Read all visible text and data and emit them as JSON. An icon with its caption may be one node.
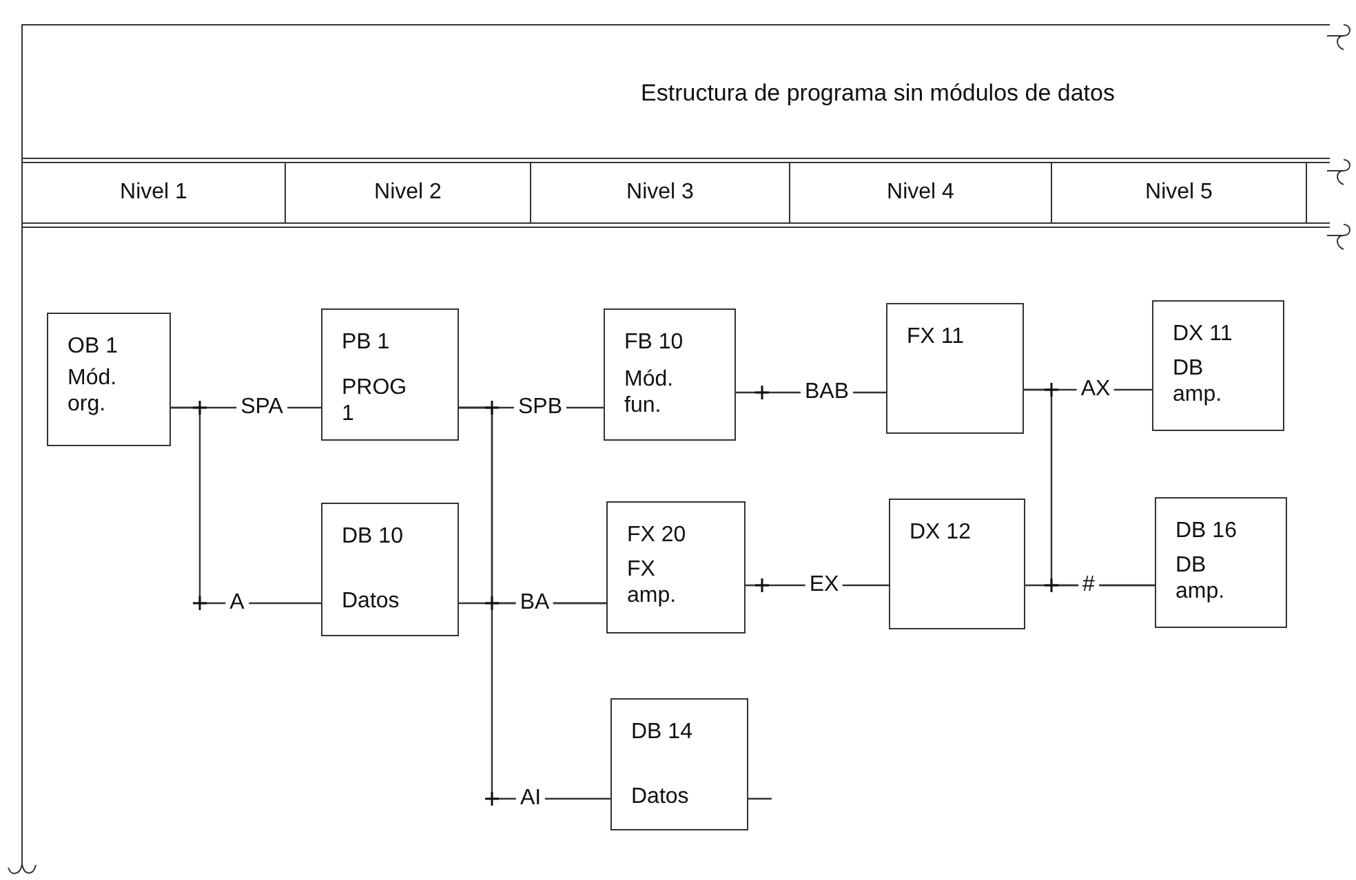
{
  "diagram": {
    "title": "Estructura de programa sin módulos de datos",
    "nodes": [
      {
        "text": [
          "OB 1",
          "Mód. org."
        ]
      },
      {
        "text": [
          "PB 1",
          "PROG 1"
        ]
      },
      {
        "text": [
          "FB 10",
          "Mód. fun."
        ]
      },
      {
        "text": [
          "FX 11"
        ]
      },
      {
        "text": [
          "DX 11",
          "DB amp."
        ]
      },
      {
        "text": [
          "DB 10",
          "Datos"
        ]
      },
      {
        "text": [
          "FX 20",
          "FX amp."
        ]
      },
      {
        "text": [
          "DX 12"
        ]
      },
      {
        "text": [
          "DB 16",
          "DB amp."
        ]
      },
      {
        "text": [
          "DB 14",
          "Datos"
        ]
      }
    ],
    "edges": [
      {
        "from": 0,
        "to": 1,
        "arrow": "none",
        "label": "SPA"
      },
      {
        "from": 0,
        "to": 5,
        "arrow": "none",
        "label": "A"
      },
      {
        "from": 1,
        "to": 2,
        "arrow": "none",
        "label": "SPB"
      },
      {
        "from": 1,
        "to": 6,
        "arrow": "none",
        "label": "BA"
      },
      {
        "from": 1,
        "to": 9,
        "arrow": "none",
        "label": "AI"
      },
      {
        "from": 5,
        "to": 6,
        "arrow": "none"
      },
      {
        "from": 2,
        "to": 3,
        "arrow": "none",
        "label": "BAB"
      },
      {
        "from": 6,
        "to": 7,
        "arrow": "none",
        "label": "EX"
      },
      {
        "from": 3,
        "to": 4,
        "arrow": "none",
        "label": "AX"
      },
      {
        "from": 3,
        "to": 8,
        "arrow": "none",
        "label": "#"
      },
      {
        "from": 7,
        "to": 8,
        "arrow": "none"
      }
    ],
    "labels": [
      "Nivel 1",
      "Nivel 2",
      "Nivel 3",
      "Nivel 4",
      "Nivel 5"
    ]
  }
}
